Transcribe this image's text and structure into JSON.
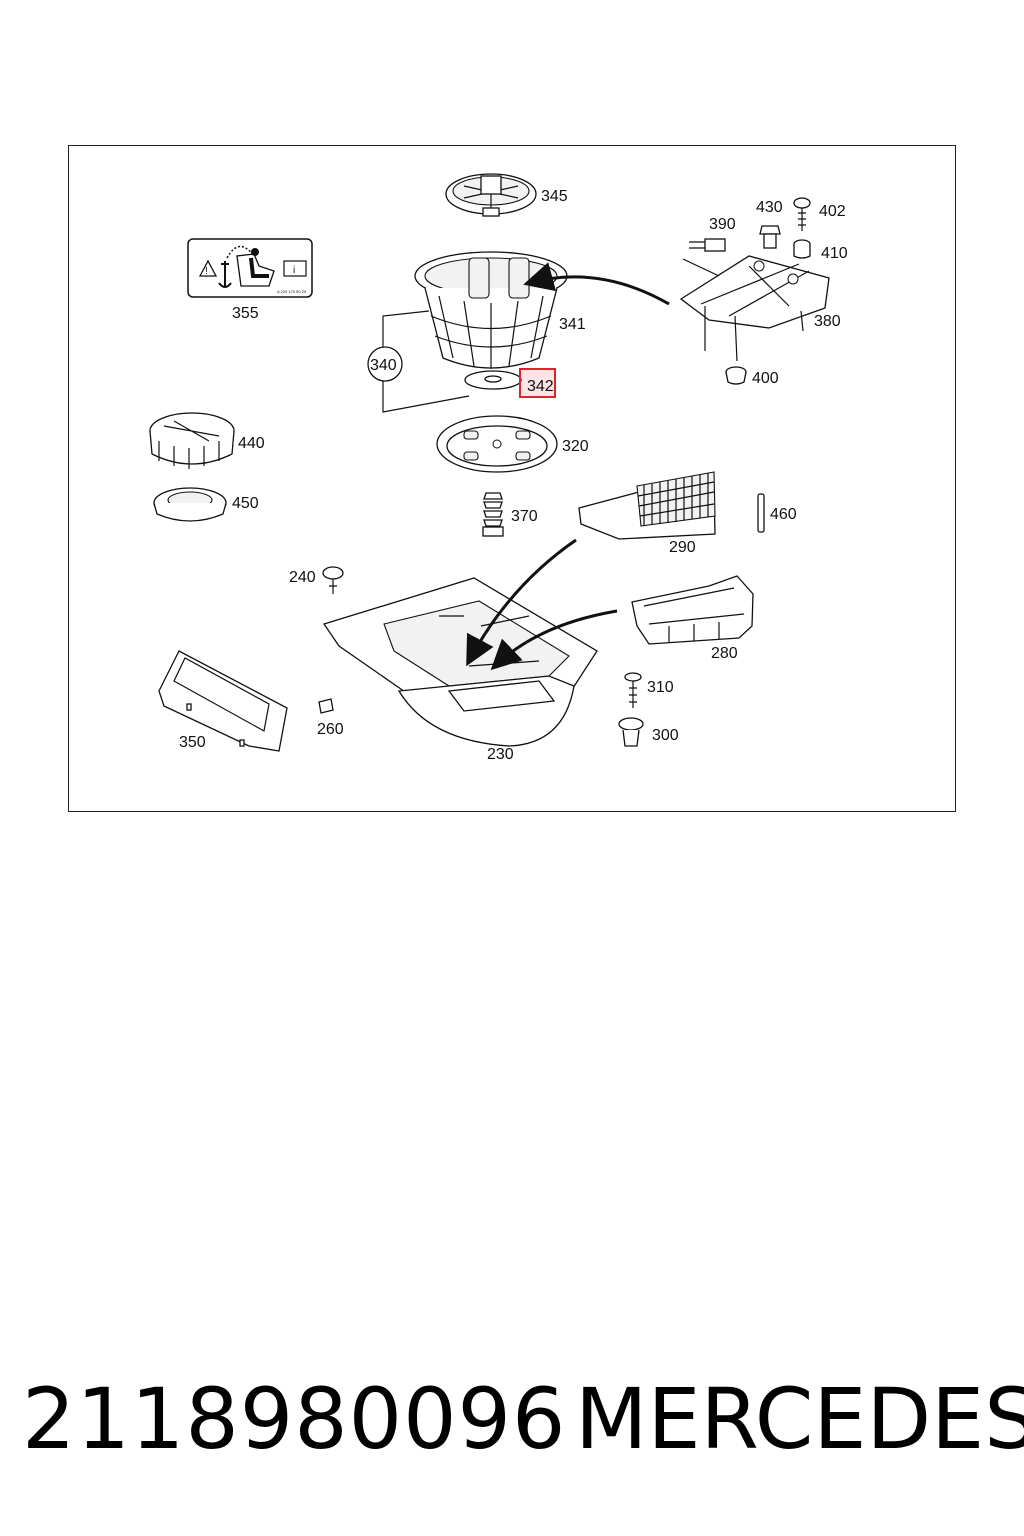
{
  "diagram": {
    "labels": {
      "p345": "345",
      "p390": "390",
      "p430": "430",
      "p402": "402",
      "p410": "410",
      "p355": "355",
      "p341": "341",
      "p380": "380",
      "p340": "340",
      "p342": "342",
      "p400": "400",
      "p440": "440",
      "p320": "320",
      "p450": "450",
      "p370": "370",
      "p460": "460",
      "p290": "290",
      "p240": "240",
      "p280": "280",
      "p310": "310",
      "p350": "350",
      "p260": "260",
      "p300": "300",
      "p230": "230"
    },
    "sticker_code": "A 229 170 50 20",
    "highlight_color": "#d9252b"
  },
  "footer": {
    "part_number": "2118980096",
    "brand": "MERCEDES"
  }
}
